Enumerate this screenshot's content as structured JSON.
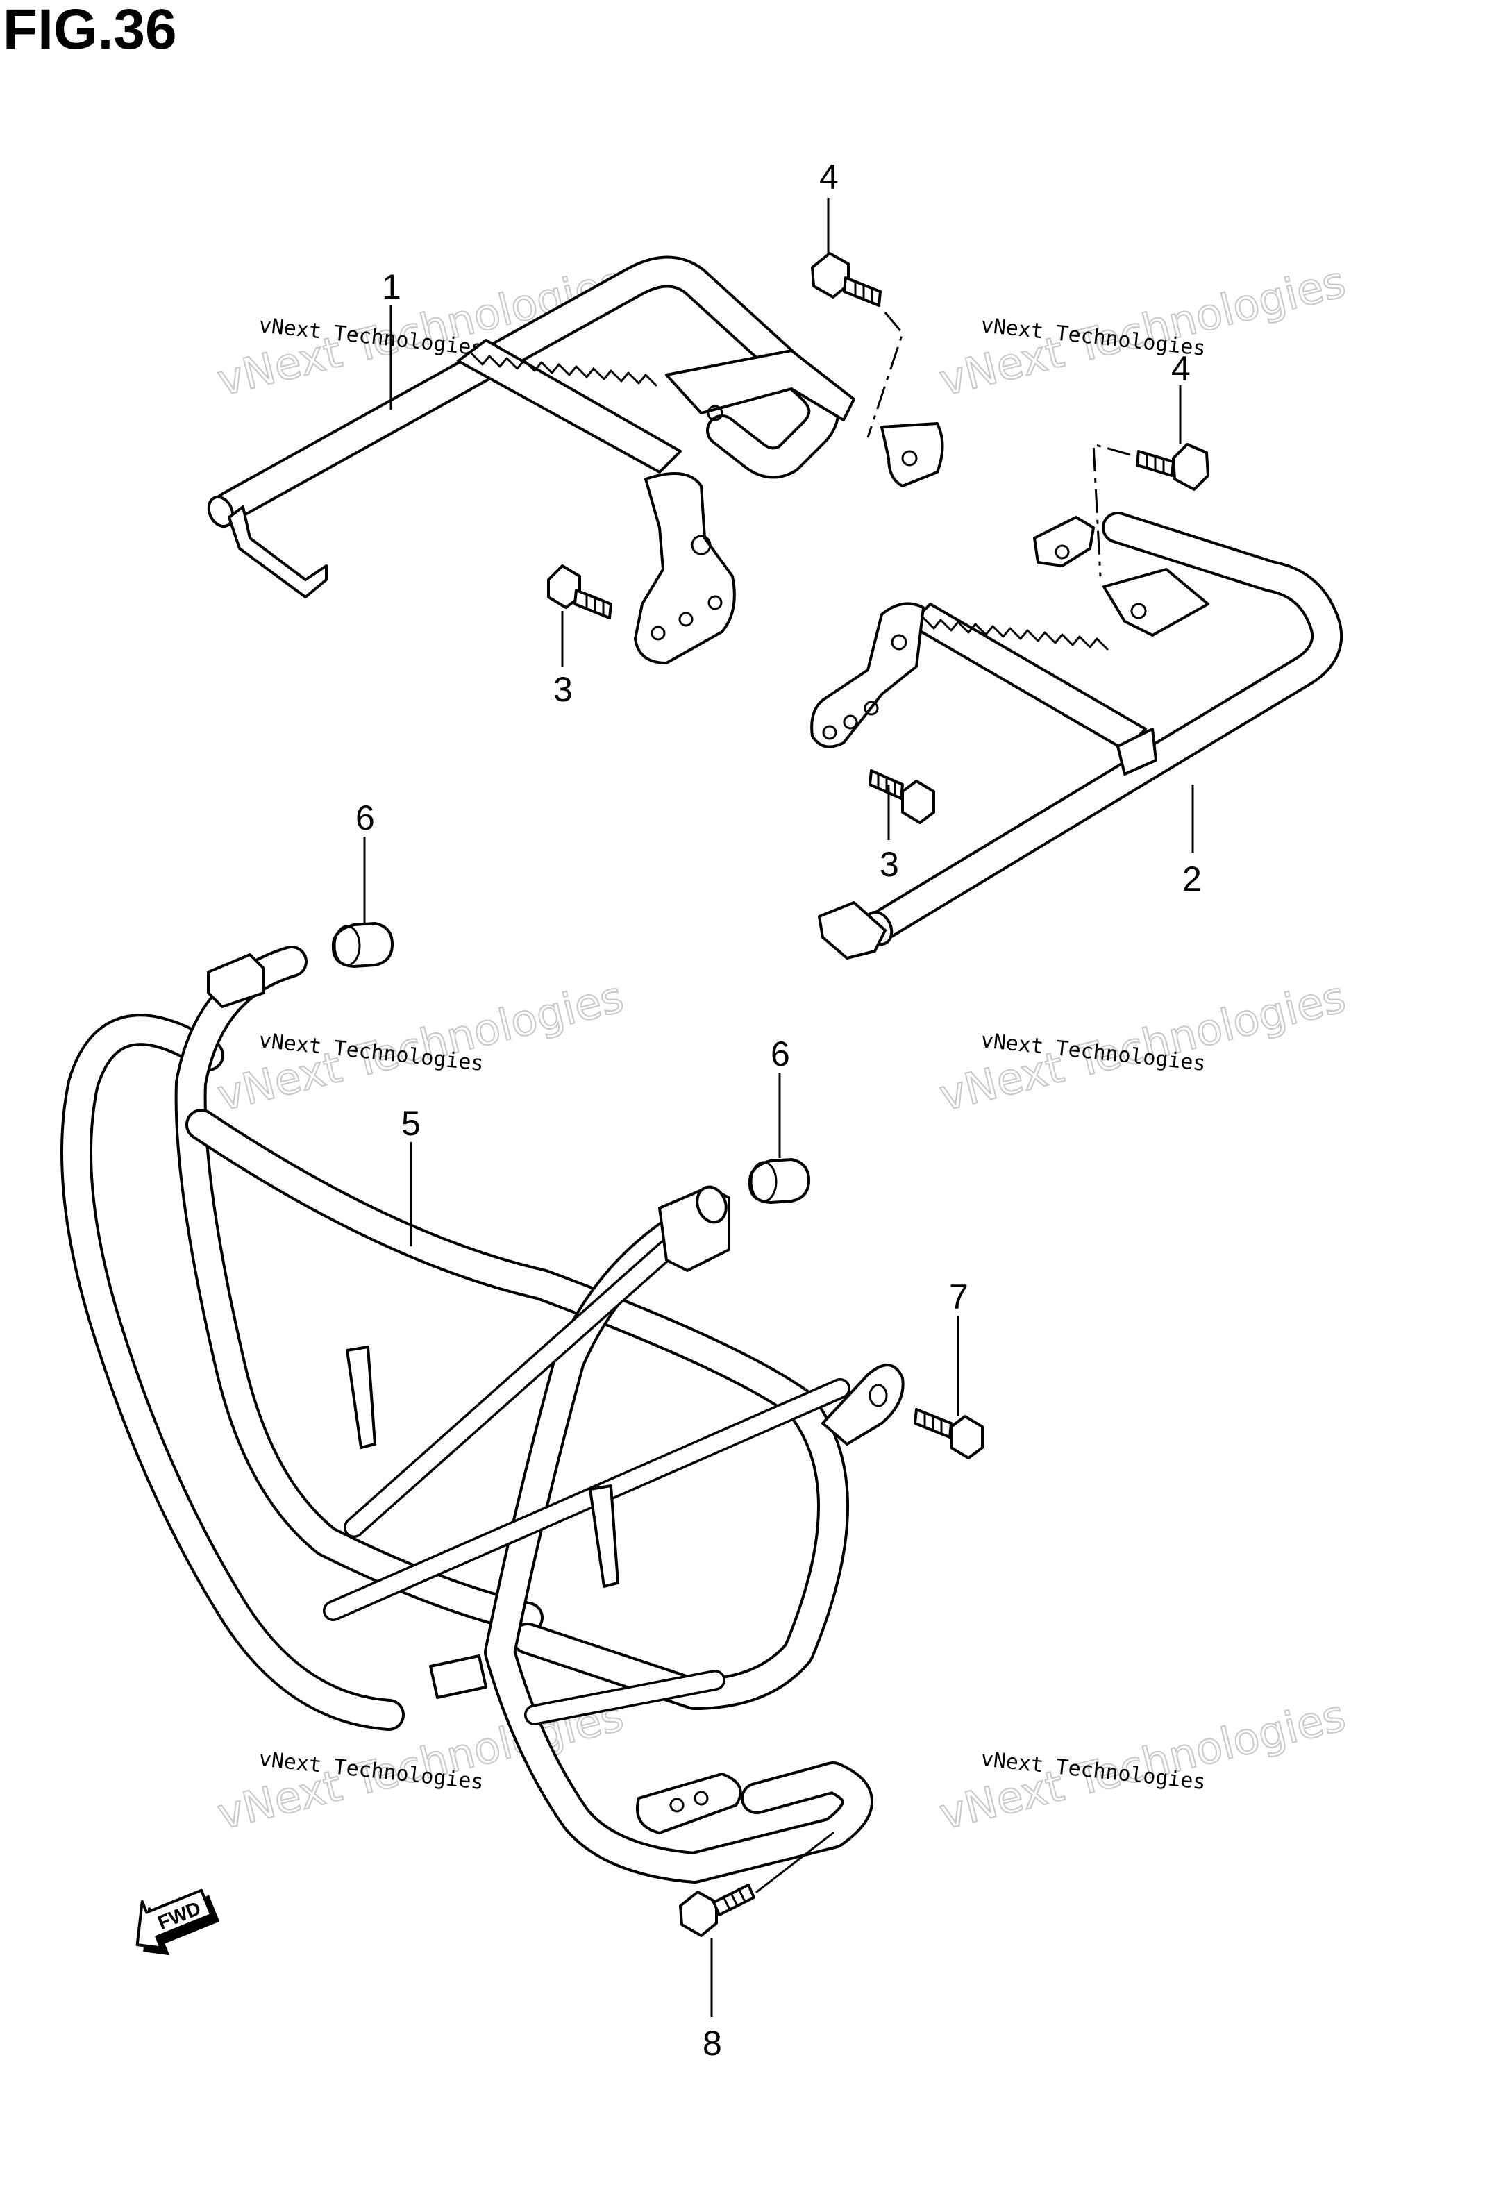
{
  "figure": {
    "title": "FIG.36"
  },
  "callouts": [
    "1",
    "2",
    "3",
    "3",
    "4",
    "4",
    "5",
    "6",
    "6",
    "7",
    "8"
  ],
  "watermark": {
    "line_small": "vNext Technologies",
    "line_big": "vNext Technologies"
  },
  "direction_marker": {
    "label": "FWD"
  }
}
